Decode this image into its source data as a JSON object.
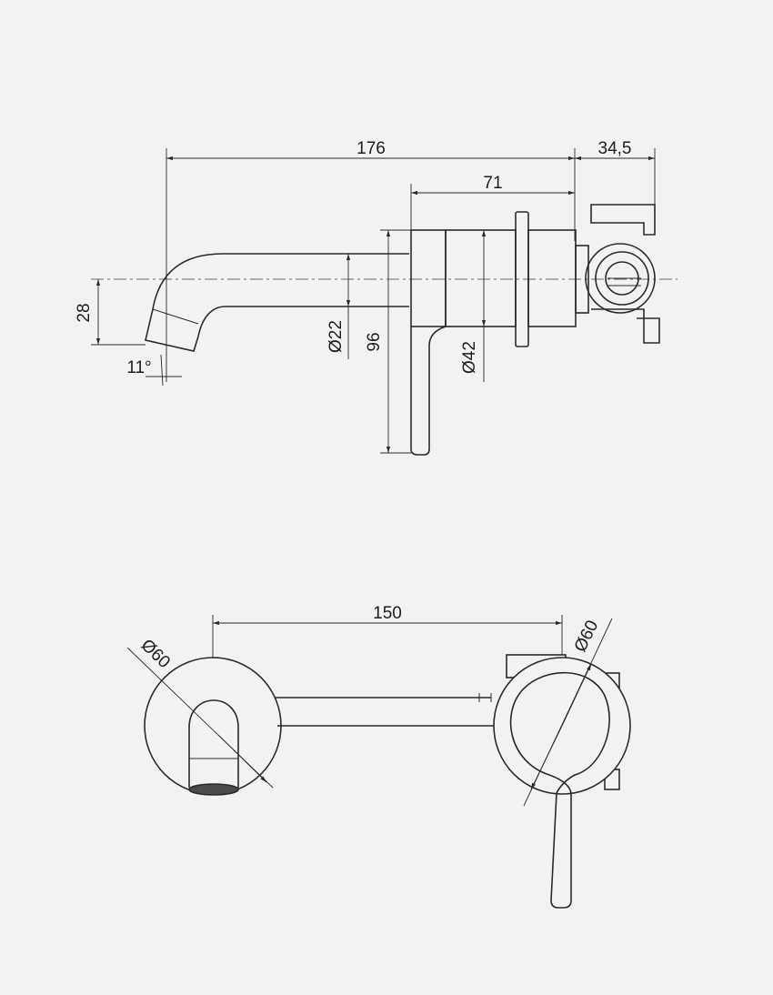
{
  "side_view": {
    "dims": {
      "overall_length": "176",
      "mount_depth": "34,5",
      "body_length": "71",
      "spout_drop": "28",
      "angle": "11°",
      "spout_diameter": "Ø22",
      "handle_height": "96",
      "body_diameter": "Ø42"
    }
  },
  "top_view": {
    "dims": {
      "center_distance": "150",
      "left_plate_diameter": "Ø60",
      "right_plate_diameter": "Ø60"
    }
  },
  "colors": {
    "line": "#2a2a2a",
    "background": "#f2f2f2"
  }
}
